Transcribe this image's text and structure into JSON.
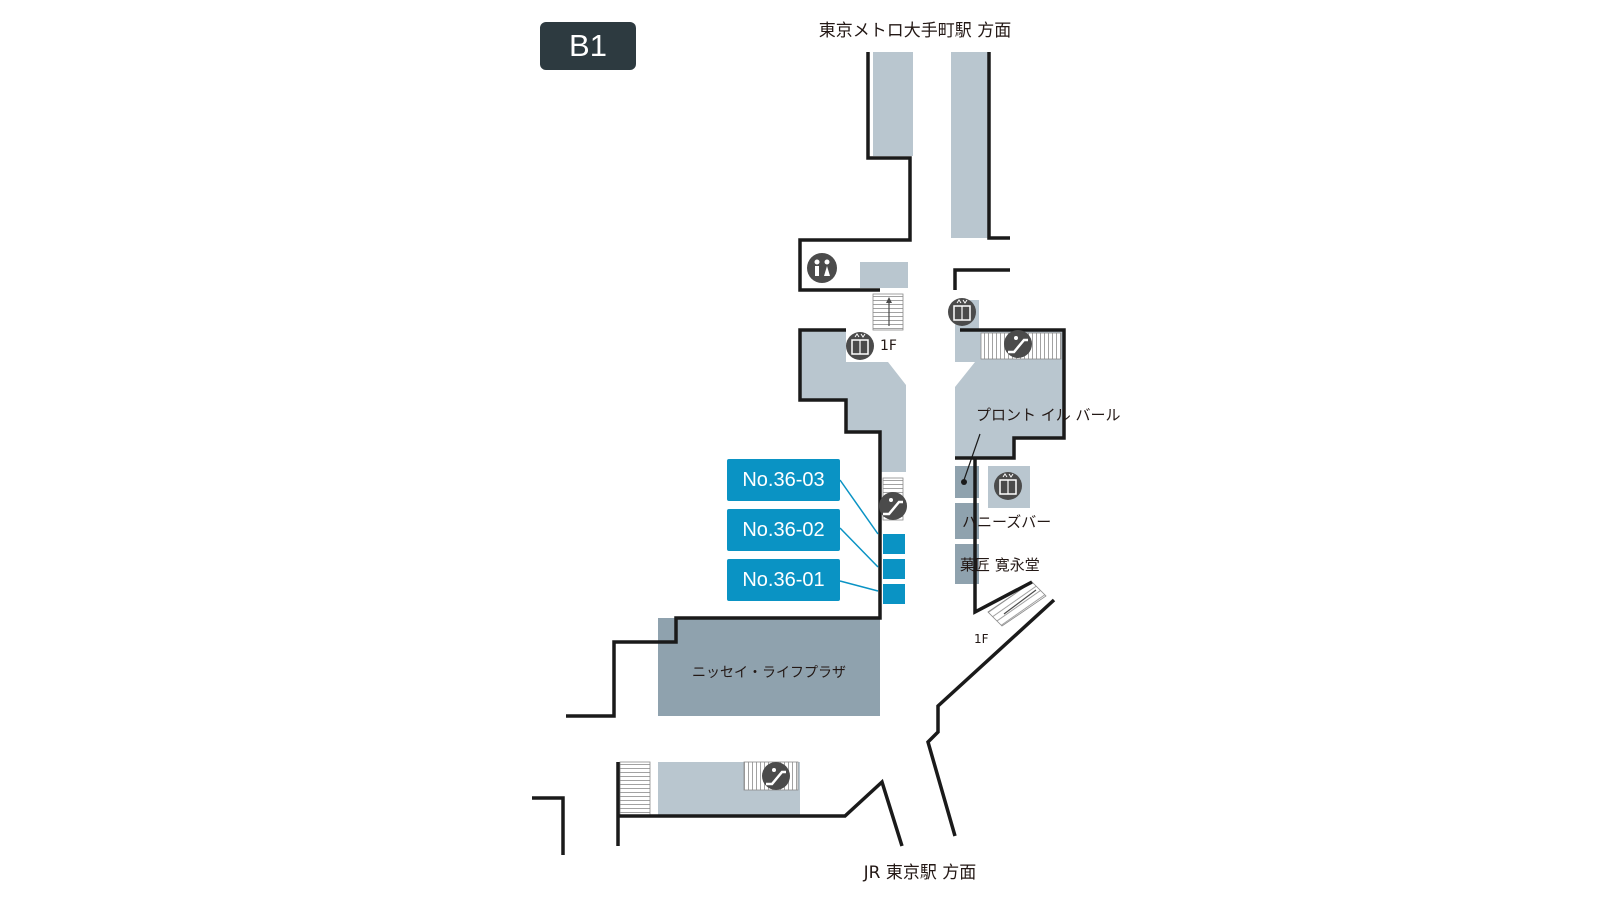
{
  "floor": "B1",
  "directions": {
    "north": "東京メトロ大手町駅 方面",
    "south": "JR 東京駅 方面"
  },
  "shops": {
    "pronto": "プロント イル バール",
    "honeys": "ハニーズバー",
    "kashou": "菓匠 寛永堂",
    "nissay": "ニッセイ・ライフプラザ"
  },
  "stair_labels": {
    "stair_north": "1F",
    "stair_southeast": "1F"
  },
  "units": [
    {
      "id": "No.36-03"
    },
    {
      "id": "No.36-02"
    },
    {
      "id": "No.36-01"
    }
  ],
  "colors": {
    "floor_badge": "#2d3a40",
    "unit_highlight": "#0a93c4",
    "area_fill": "#b9c6cf",
    "dark_area_fill": "#8fa2ae",
    "icon_fill": "#4b4b4b"
  },
  "icons": {
    "restroom": "restroom-icon",
    "elevator": "elevator-icon",
    "escalator": "escalator-icon"
  }
}
